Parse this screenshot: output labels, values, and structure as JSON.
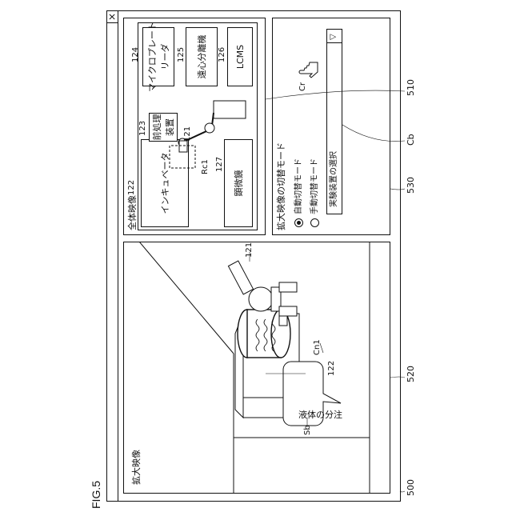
{
  "figure_label": "FIG.5",
  "refs": {
    "window": "500",
    "overview_pane": "510",
    "magnified_pane": "520",
    "mode_pane": "530",
    "button": "Cb",
    "cursor": "Cr",
    "container": "Cn1",
    "speech": "Sb",
    "robot_area": "Rc1",
    "robot_arm": "121",
    "incubator": "122",
    "preprocessor": "123",
    "plate_reader": "124",
    "centrifuge": "125",
    "lcms": "126",
    "microscope": "127"
  },
  "window": {
    "close_glyph": "×"
  },
  "overview": {
    "title": "全体映像",
    "devices": {
      "incubator": "インキュベータ",
      "preprocessor": "前処理装置",
      "plate_reader": "マイクロプレート\nリーダ",
      "centrifuge": "遠心分離機",
      "lcms": "LCMS",
      "microscope": "顕微鏡"
    }
  },
  "magnified": {
    "title": "拡大映像",
    "speech_text": "液体の分注"
  },
  "mode_panel": {
    "title": "拡大映像の切替モード",
    "options": [
      {
        "label": "自動切替モード",
        "selected": true
      },
      {
        "label": "手動切替モード",
        "selected": false
      }
    ],
    "select": {
      "value": "実験装置の選択",
      "arrow": "▽"
    }
  }
}
